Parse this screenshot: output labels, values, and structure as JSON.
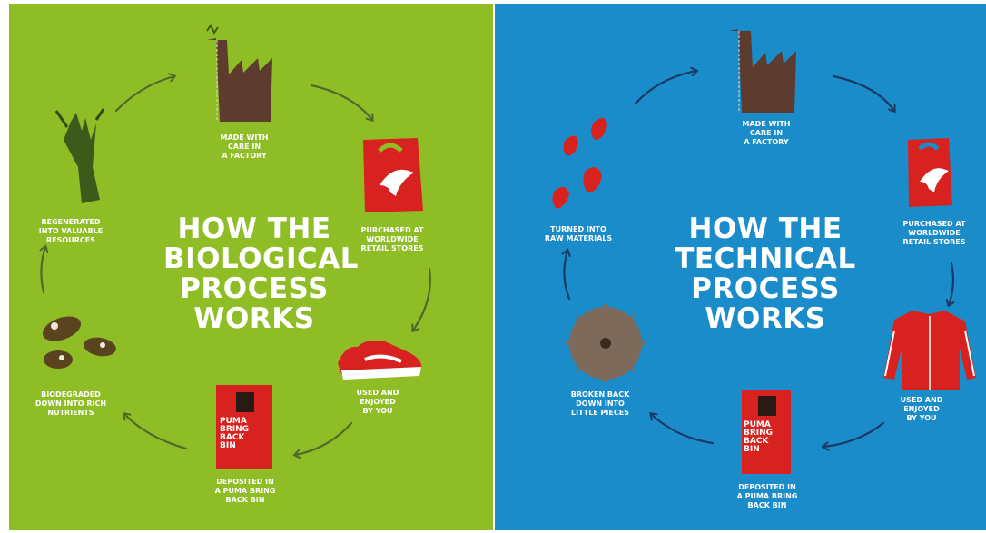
{
  "biological": {
    "title": [
      "HOW THE",
      "BIOLOGICAL",
      "PROCESS",
      "WORKS"
    ],
    "factory": [
      "MADE WITH",
      "CARE IN",
      "A FACTORY"
    ],
    "purchased": [
      "PURCHASED AT",
      "WORLDWIDE",
      "RETAIL STORES"
    ],
    "used": [
      "USED AND",
      "ENJOYED",
      "BY YOU"
    ],
    "deposited": [
      "DEPOSITED IN",
      "A PUMA BRING",
      "BACK BIN"
    ],
    "biodegraded": [
      "BIODEGRADED",
      "DOWN INTO RICH",
      "NUTRIENTS"
    ],
    "regenerated": [
      "REGENERATED",
      "INTO VALUABLE",
      "RESOURCES"
    ],
    "bin_text": [
      "PUMA",
      "BRING",
      "BACK",
      "BIN"
    ]
  },
  "technical": {
    "title": [
      "HOW THE",
      "TECHNICAL",
      "PROCESS",
      "WORKS"
    ],
    "factory": [
      "MADE WITH",
      "CARE IN",
      "A FACTORY"
    ],
    "purchased": [
      "PURCHASED AT",
      "WORLDWIDE",
      "RETAIL STORES"
    ],
    "used": [
      "USED AND",
      "ENJOYED",
      "BY YOU"
    ],
    "deposited": [
      "DEPOSITED IN",
      "A PUMA BRING",
      "BACK BIN"
    ],
    "broken": [
      "BROKEN BACK",
      "DOWN INTO",
      "LITTLE PIECES"
    ],
    "turned": [
      "TURNED INTO",
      "RAW MATERIALS"
    ],
    "bin_text": [
      "PUMA",
      "BRING",
      "BACK",
      "BIN"
    ]
  },
  "colors": {
    "green_bg": "#8fbd26",
    "blue_bg": "#1a8cc9",
    "green_arrow": "#4e6a2a",
    "blue_arrow": "#1a3a63",
    "red": "#d8221f",
    "brown": "#5e3b2f"
  },
  "icons": [
    "factory-icon",
    "shopping-bag-icon",
    "sneaker-icon",
    "bring-back-bin-icon",
    "soil-clumps-icon",
    "sprout-icon",
    "jacket-icon",
    "saw-blade-icon",
    "raw-material-drops-icon"
  ]
}
